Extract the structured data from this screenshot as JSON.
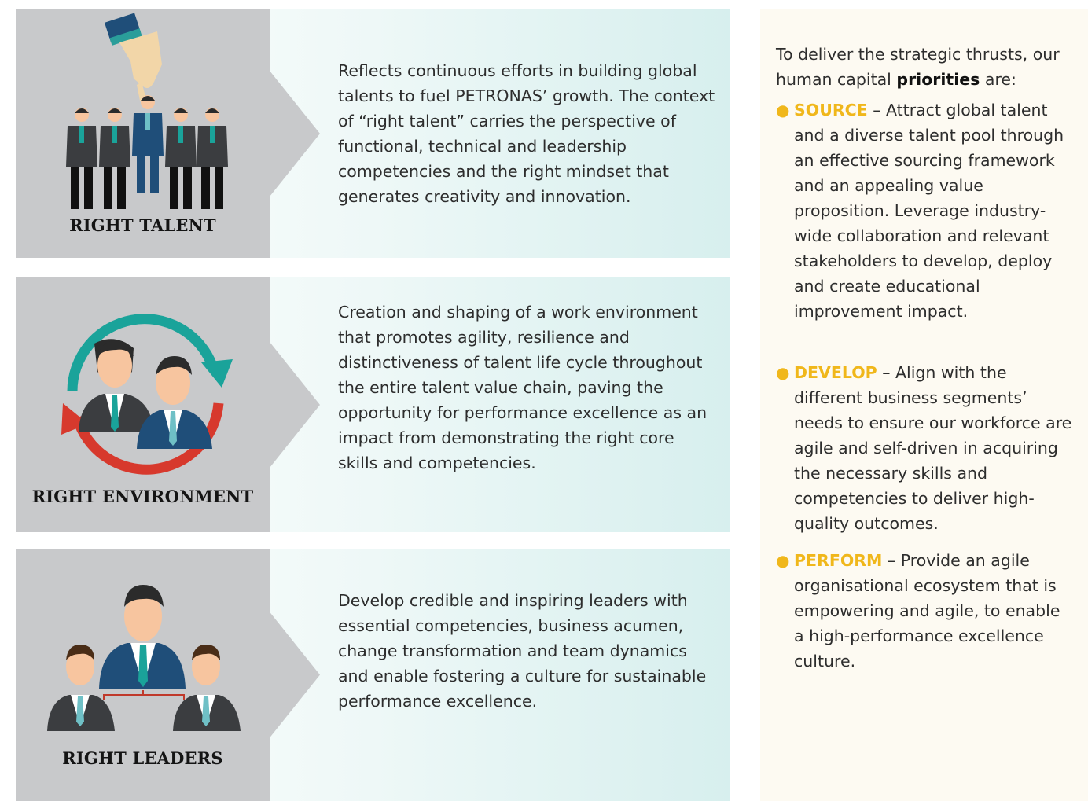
{
  "rows": [
    {
      "label": "RIGHT TALENT",
      "description": "Reflects continuous efforts in building global talents to fuel PETRONAS’ growth. The context of “right talent” carries the perspective of functional, technical and leadership competencies and the right mindset that generates creativity and innovation."
    },
    {
      "label": "RIGHT ENVIRONMENT",
      "description": "Creation and shaping of a work environment that promotes agility, resilience and distinctiveness of talent life cycle throughout the entire talent value chain, paving the opportunity for performance excellence as an impact from demonstrating the right core skills and competencies."
    },
    {
      "label": "RIGHT LEADERS",
      "description": "Develop credible and inspiring leaders with essential competencies, business acumen, change transformation and team dynamics and enable fostering a culture for sustainable performance excellence."
    }
  ],
  "priorities": {
    "intro_before": "To deliver the strategic thrusts, our human capital ",
    "intro_bold": "priorities",
    "intro_after": " are:",
    "items": [
      {
        "keyword": "SOURCE",
        "text": " – Attract global talent and a diverse talent pool through an effective sourcing framework and an appealing value proposition. Leverage industry-wide collaboration and relevant stakeholders to develop, deploy and create educational improvement impact."
      },
      {
        "keyword": "DEVELOP",
        "text": " – Align with the different business segments’ needs to ensure our workforce are agile and self-driven in acquiring the necessary skills and competencies to deliver high-quality outcomes."
      },
      {
        "keyword": "PERFORM",
        "text": " – Provide an agile organisational ecosystem that is empowering and agile, to enable a high-performance excellence culture."
      }
    ]
  },
  "colors": {
    "panel_grey": "#c8c9cb",
    "keyword_yellow": "#f0b71b",
    "arrow_teal": "#1aa39a",
    "arrow_red": "#d7392d",
    "suit_dark": "#3b3d40",
    "suit_blue": "#1f4e79",
    "skin": "#f7c59f",
    "hair": "#2b2b2b"
  },
  "icons": [
    "hand-picking-person-icon",
    "cycle-arrows-icon",
    "team-hierarchy-icon"
  ]
}
